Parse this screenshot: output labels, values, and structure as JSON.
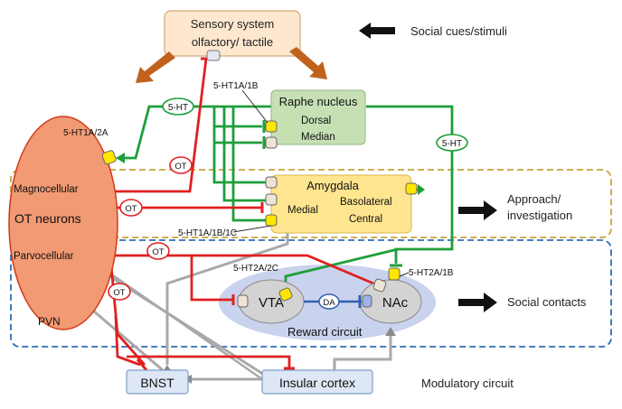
{
  "sensory_box": {
    "line1": "Sensory system",
    "line2": "olfactory/ tactile"
  },
  "social_cues_label": "Social cues/stimuli",
  "raphe": {
    "title": "Raphe nucleus",
    "dorsal": "Dorsal",
    "median": "Median"
  },
  "amygdala": {
    "title": "Amygdala",
    "basolateral": "Basolateral",
    "medial": "Medial",
    "central": "Central"
  },
  "pvn": {
    "magnocellular": "Magnocellular",
    "ot_neurons": "OT neurons",
    "parvocellular": "Parvocellular",
    "label": "PVN"
  },
  "reward": {
    "vta": "VTA",
    "da": "DA",
    "nac": "NAc",
    "label": "Reward circuit"
  },
  "bnst_label": "BNST",
  "insular_label": "Insular cortex",
  "modulatory_label": "Modulatory circuit",
  "receptors": {
    "r1a2a": "5-HT1A/2A",
    "r1a1b": "5-HT1A/1B",
    "r1a1b1c": "5-HT1A/1B/1C",
    "r2a2c": "5-HT2A/2C",
    "r2a1b": "5-HT2A/1B"
  },
  "bubbles": {
    "ht_left": "5-HT",
    "ht_right": "5-HT",
    "ot": "OT"
  },
  "outcomes": {
    "approach_line1": "Approach/",
    "approach_line2": "investigation",
    "social_contacts": "Social contacts"
  },
  "colors": {
    "green_path": "#1f9e3a",
    "red_path": "#e02020",
    "gray_path": "#a0a0a0",
    "pvn_fill": "#f29a74",
    "raphe_fill": "#c6e0b4",
    "amygdala_fill": "#ffe58f",
    "reward_fill": "#c9d3ee",
    "arrow_brown": "#c0621c",
    "dash_gold": "#c8a23c",
    "dash_blue": "#2e6eb5"
  }
}
